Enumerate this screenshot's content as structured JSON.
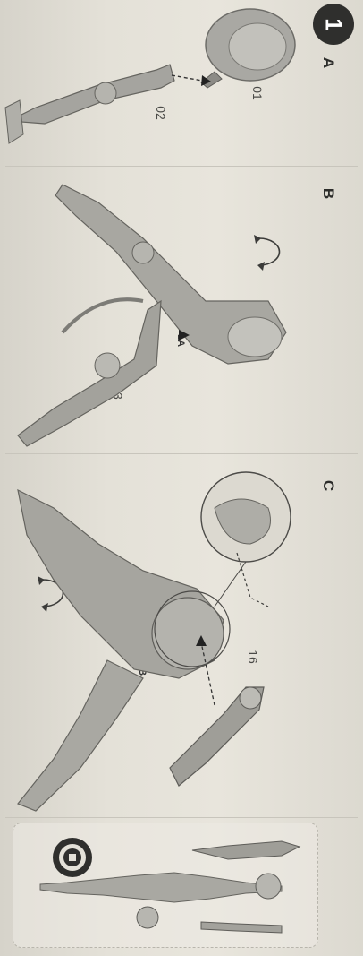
{
  "step": {
    "number": "1"
  },
  "panels": [
    {
      "letter": "A",
      "parts": [
        "01",
        "02"
      ]
    },
    {
      "letter": "B",
      "parts": [
        "1A",
        "03"
      ]
    },
    {
      "letter": "C",
      "parts": [
        "1B",
        "16"
      ]
    }
  ],
  "icons": {
    "rotate": "rotate-arrows-icon",
    "target": "target-circle-icon"
  },
  "colors": {
    "paper": "#e4e1d8",
    "ink": "#2f2f2d",
    "model_grey": "#9b9a95"
  }
}
